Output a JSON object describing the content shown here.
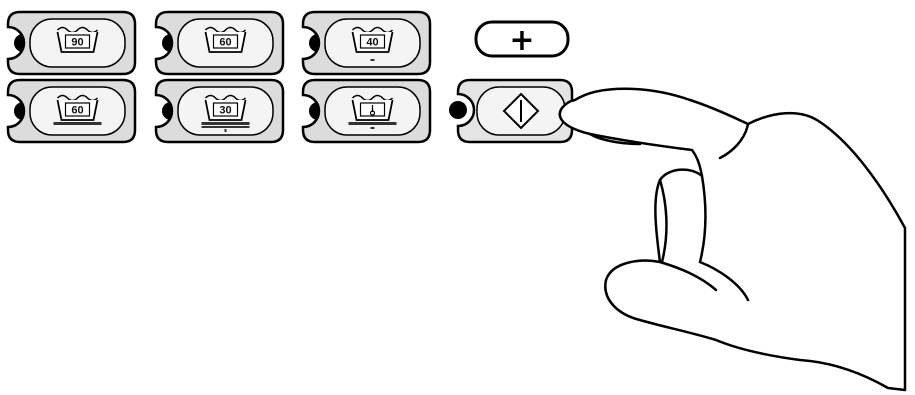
{
  "panel": {
    "programs": [
      {
        "id": "p1",
        "temp": "90",
        "variant": "plain"
      },
      {
        "id": "p2",
        "temp": "60",
        "variant": "plain"
      },
      {
        "id": "p3",
        "temp": "40",
        "variant": "wool"
      },
      {
        "id": "p4",
        "temp": "60",
        "variant": "bar"
      },
      {
        "id": "p5",
        "temp": "30",
        "variant": "bars"
      },
      {
        "id": "p6",
        "temp": "",
        "variant": "thermo"
      }
    ],
    "extra_button": {
      "symbol": "+"
    },
    "start_button": {
      "icon": "start-pause-diamond-icon"
    }
  },
  "illustration": {
    "hand": "hand-pressing-icon"
  },
  "colors": {
    "line": "#000000",
    "panel": "#dcdcdc",
    "button_face": "#f2f2f2",
    "background": "#ffffff"
  }
}
